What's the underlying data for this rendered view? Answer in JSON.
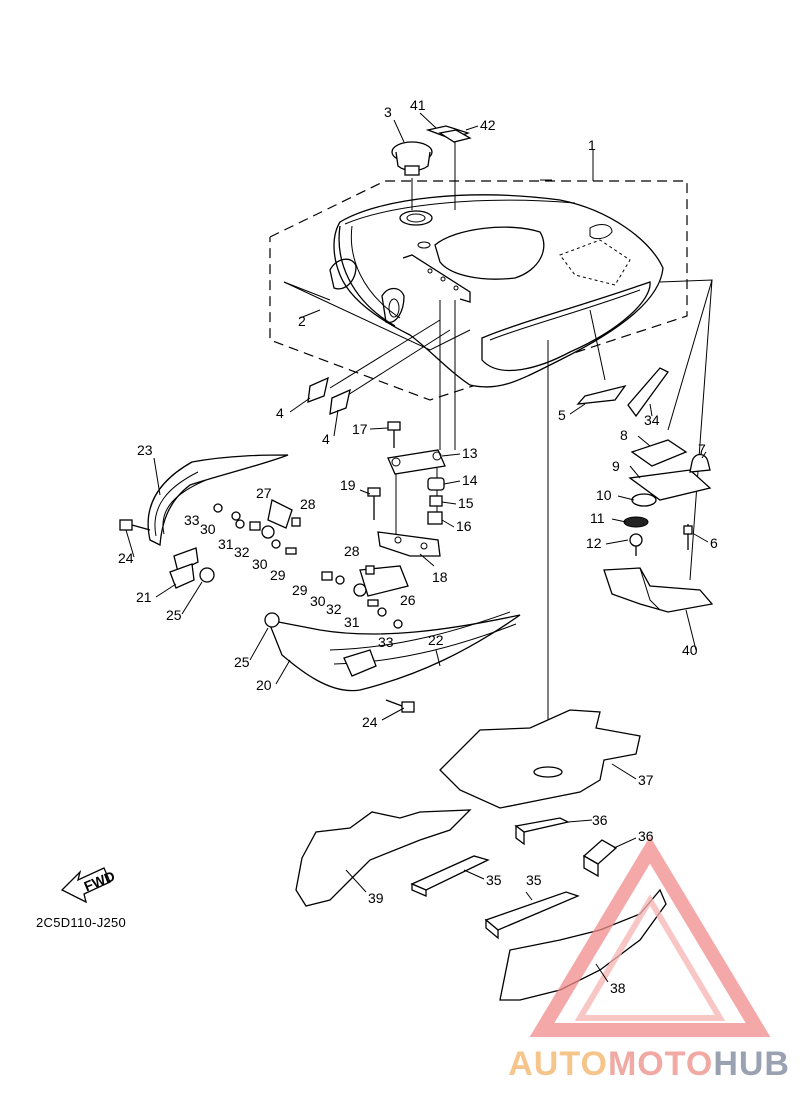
{
  "diagram": {
    "part_code": "2C5D110-J250",
    "fwd_label": "FWD",
    "watermark": {
      "part1": "AUTO",
      "part2": "MOTO",
      "part3": "HUB"
    },
    "colors": {
      "line": "#000000",
      "watermark_red": "#f28b8b",
      "watermark_orange": "#f6c58c",
      "watermark_grey": "#9aa2b1"
    },
    "labels": [
      "1",
      "2",
      "3",
      "4",
      "4",
      "5",
      "6",
      "7",
      "8",
      "9",
      "10",
      "11",
      "12",
      "13",
      "14",
      "15",
      "16",
      "17",
      "18",
      "19",
      "20",
      "21",
      "22",
      "23",
      "24",
      "24",
      "25",
      "25",
      "26",
      "27",
      "28",
      "28",
      "29",
      "29",
      "30",
      "30",
      "30",
      "31",
      "31",
      "32",
      "32",
      "33",
      "33",
      "34",
      "35",
      "35",
      "36",
      "36",
      "37",
      "38",
      "39",
      "40",
      "41",
      "42"
    ]
  }
}
